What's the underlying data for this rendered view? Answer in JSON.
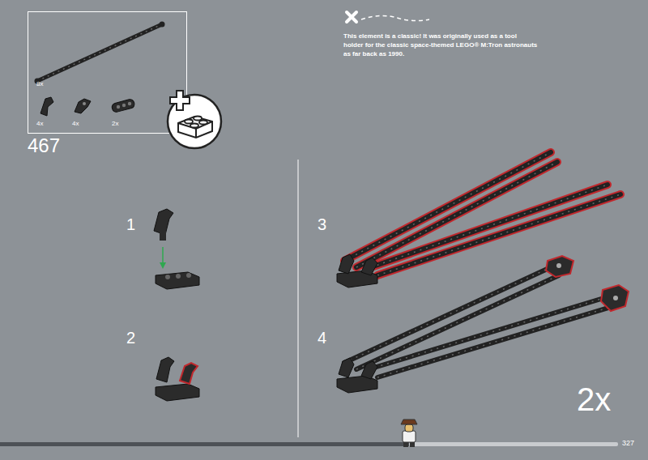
{
  "diagram": {
    "nodes": [
      {
        "text": [
          "8x",
          "4x",
          "4x",
          "2x"
        ]
      }
    ],
    "labels": [
      "467",
      "This element is a classic! It was originally used as a tool holder for the classic space-themed LEGO® M:Tron astronauts as far back as 1990.",
      "1",
      "2",
      "3",
      "4",
      "2x",
      "327"
    ]
  }
}
